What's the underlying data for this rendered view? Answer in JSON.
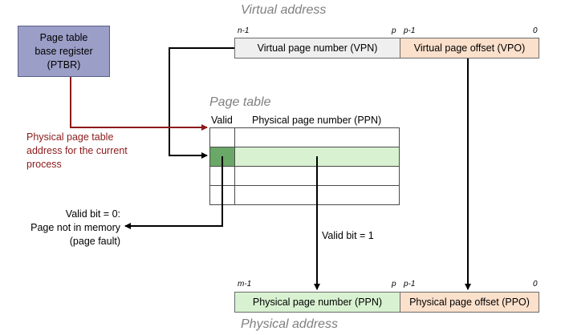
{
  "virtual_address": {
    "title": "Virtual address",
    "bit_n_minus_1": "n-1",
    "bit_p": "p",
    "bit_p_minus_1": "p-1",
    "bit_0": "0",
    "vpn_label": "Virtual page number (VPN)",
    "vpo_label": "Virtual page offset (VPO)"
  },
  "ptbr": {
    "line1": "Page table",
    "line2": "base register",
    "line3": "(PTBR)"
  },
  "page_table": {
    "title": "Page table",
    "valid_header": "Valid",
    "ppn_header": "Physical page number (PPN)"
  },
  "annotations": {
    "ptbr_note_line1": "Physical page table",
    "ptbr_note_line2": "address for the current",
    "ptbr_note_line3": "process",
    "invalid_line1": "Valid bit = 0:",
    "invalid_line2": "Page not in memory",
    "invalid_line3": "(page fault)",
    "valid_note": "Valid bit = 1"
  },
  "physical_address": {
    "title": "Physical address",
    "bit_m_minus_1": "m-1",
    "bit_p": "p",
    "bit_p_minus_1": "p-1",
    "bit_0": "0",
    "ppn_label": "Physical page number (PPN)",
    "ppo_label": "Physical page offset (PPO)"
  },
  "colors": {
    "ptbr": "#9b9ec7",
    "vpn": "#efefef",
    "offset": "#fbe0cc",
    "ppn": "#d8f2d1",
    "valid_cell": "#6aa868",
    "arrow_red": "#8b1a1a"
  }
}
